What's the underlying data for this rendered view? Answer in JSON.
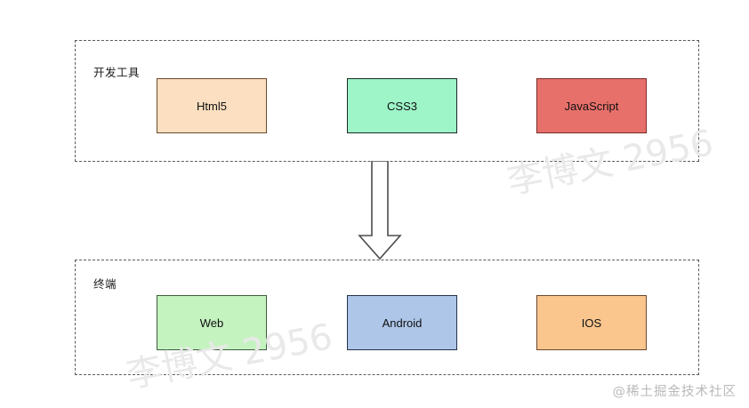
{
  "diagram": {
    "background_color": "#ffffff",
    "groups": [
      {
        "id": "dev",
        "label": "开发工具",
        "border_color": "#5a5a5a",
        "nodes": [
          {
            "label": "Html5",
            "fill": "#fbdfc0",
            "border": "#6b4a2f"
          },
          {
            "label": "CSS3",
            "fill": "#9df5c8",
            "border": "#1d2b24"
          },
          {
            "label": "JavaScript",
            "fill": "#e8706a",
            "border": "#7a2b28"
          }
        ]
      },
      {
        "id": "terminal",
        "label": "终端",
        "border_color": "#5a5a5a",
        "nodes": [
          {
            "label": "Web",
            "fill": "#c5f3c0",
            "border": "#3d5c3a"
          },
          {
            "label": "Android",
            "fill": "#aec6e8",
            "border": "#24324a"
          },
          {
            "label": "IOS",
            "fill": "#fac68e",
            "border": "#6b4a2f"
          }
        ]
      }
    ],
    "connector": {
      "direction": "down",
      "style": "hollow-block-arrow",
      "fill": "#ffffff",
      "stroke": "#4d4d4d"
    }
  },
  "watermarks": {
    "diagonal_text": "李博文 2956",
    "brand_text": "@稀土掘金技术社区"
  }
}
